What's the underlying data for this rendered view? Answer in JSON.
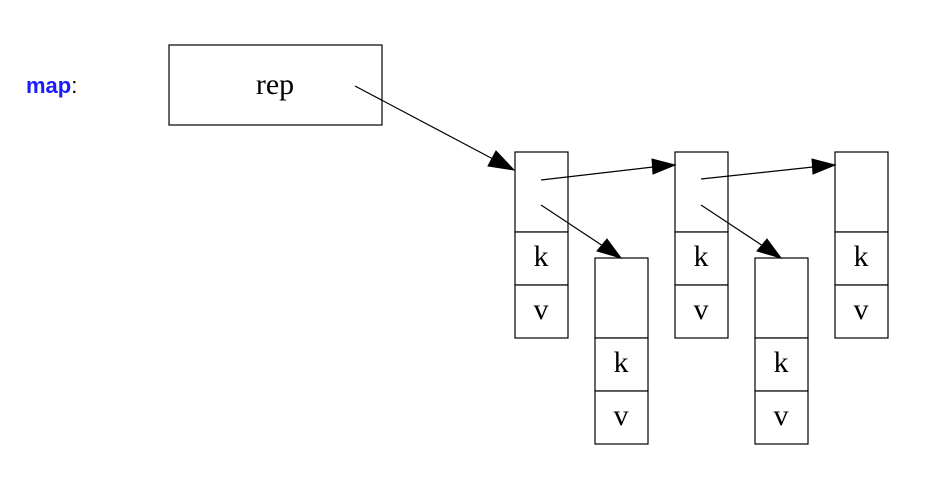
{
  "caption": {
    "name": "map",
    "punct": ":",
    "name_color": "#1a1aff",
    "punct_color": "#000000"
  },
  "rep_box": {
    "label": "rep"
  },
  "nodes": [
    {
      "id": "n1",
      "key": "k",
      "value": "v"
    },
    {
      "id": "n2",
      "key": "k",
      "value": "v"
    },
    {
      "id": "n3",
      "key": "k",
      "value": "v"
    },
    {
      "id": "n4",
      "key": "k",
      "value": "v"
    },
    {
      "id": "n5",
      "key": "k",
      "value": "v"
    }
  ]
}
